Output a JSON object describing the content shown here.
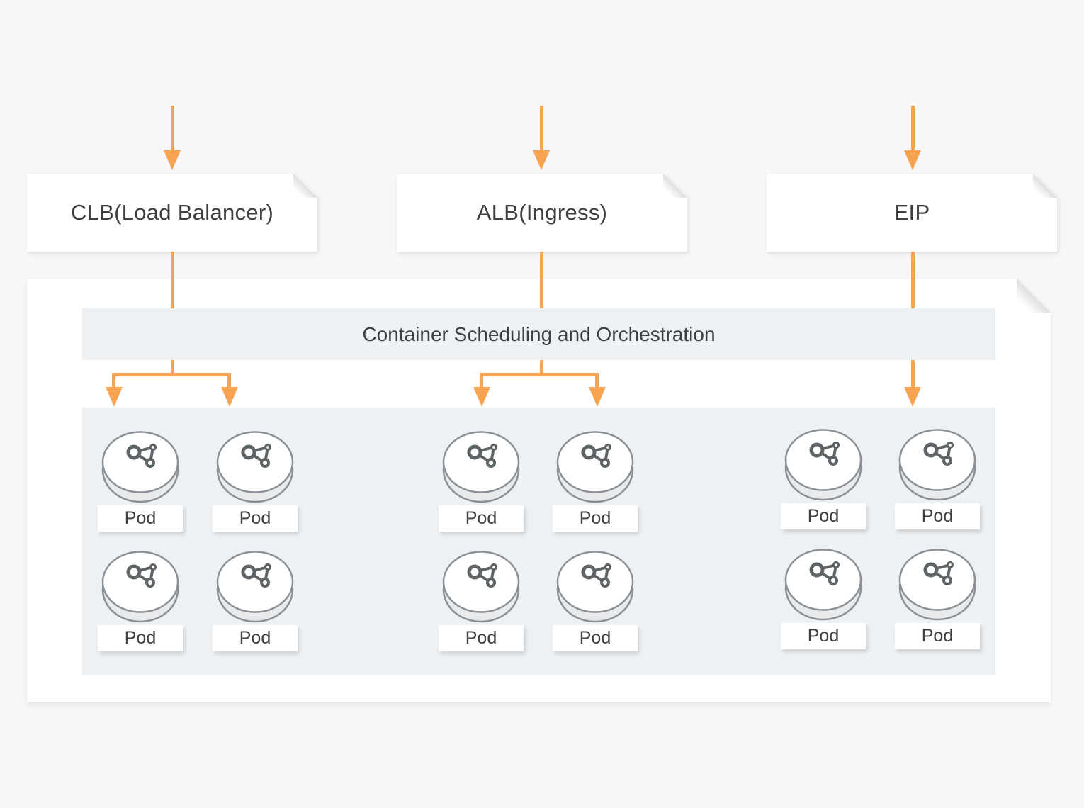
{
  "diagram": {
    "sources": [
      {
        "id": "clb",
        "label": "CLB(Load Balancer)"
      },
      {
        "id": "alb",
        "label": "ALB(Ingress)"
      },
      {
        "id": "eip",
        "label": "EIP"
      }
    ],
    "container_title": "Container Scheduling and Orchestration",
    "pod_label": "Pod",
    "pods_per_source": 4,
    "colors": {
      "arrow": "#F7A351",
      "panel": "#EDF1F3",
      "page_background": "#F6F7F8",
      "node_background": "#FFFFFF",
      "text": "#3C4043",
      "cylinder_outline": "#8A9095",
      "cylinder_side": "#E9EAEB",
      "molecule": "#5E6366"
    }
  }
}
